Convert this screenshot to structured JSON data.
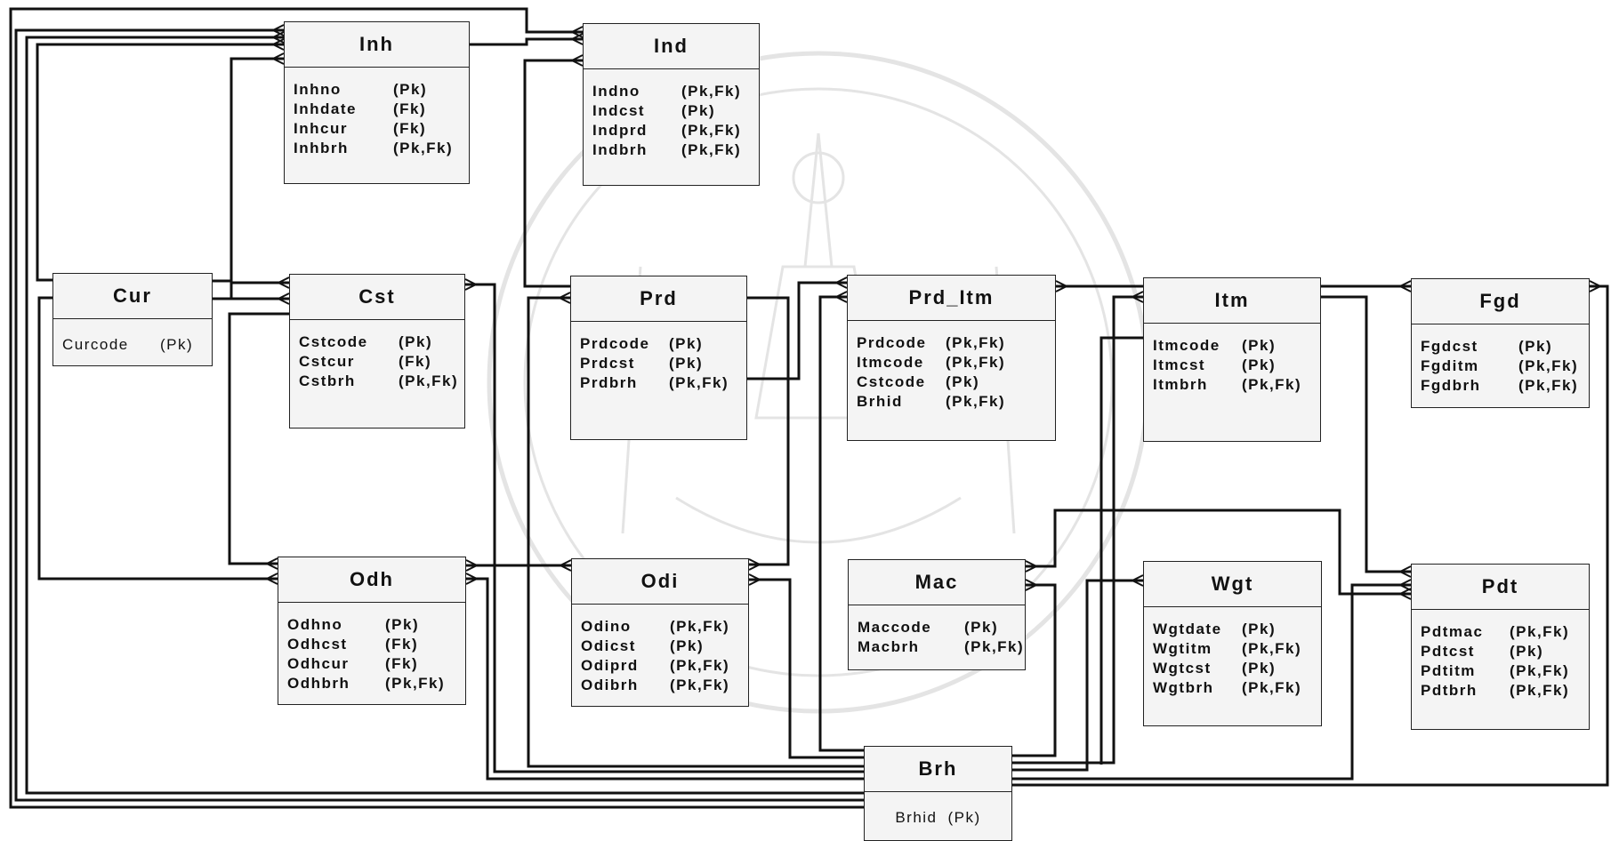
{
  "diagram": {
    "entities": {
      "inh": {
        "name": "Inh",
        "attrs": [
          {
            "name": "Inhno",
            "key": "(Pk)"
          },
          {
            "name": "Inhdate",
            "key": "(Fk)"
          },
          {
            "name": "Inhcur",
            "key": "(Fk)"
          },
          {
            "name": "Inhbrh",
            "key": "(Pk,Fk)"
          }
        ]
      },
      "ind": {
        "name": "Ind",
        "attrs": [
          {
            "name": "Indno",
            "key": "(Pk,Fk)"
          },
          {
            "name": "Indcst",
            "key": "(Pk)"
          },
          {
            "name": "Indprd",
            "key": "(Pk,Fk)"
          },
          {
            "name": "Indbrh",
            "key": "(Pk,Fk)"
          }
        ]
      },
      "cur": {
        "name": "Cur",
        "attrs": [
          {
            "name": "Curcode",
            "key": "(Pk)"
          }
        ]
      },
      "cst": {
        "name": "Cst",
        "attrs": [
          {
            "name": "Cstcode",
            "key": "(Pk)"
          },
          {
            "name": "Cstcur",
            "key": "(Fk)"
          },
          {
            "name": "Cstbrh",
            "key": "(Pk,Fk)"
          }
        ]
      },
      "prd": {
        "name": "Prd",
        "attrs": [
          {
            "name": "Prdcode",
            "key": "(Pk)"
          },
          {
            "name": "Prdcst",
            "key": "(Pk)"
          },
          {
            "name": "Prdbrh",
            "key": "(Pk,Fk)"
          }
        ]
      },
      "prd_itm": {
        "name": "Prd_Itm",
        "attrs": [
          {
            "name": "Prdcode",
            "key": "(Pk,Fk)"
          },
          {
            "name": "Itmcode",
            "key": "(Pk,Fk)"
          },
          {
            "name": "Cstcode",
            "key": "(Pk)"
          },
          {
            "name": "Brhid",
            "key": "(Pk,Fk)"
          }
        ]
      },
      "itm": {
        "name": "Itm",
        "attrs": [
          {
            "name": "Itmcode",
            "key": "(Pk)"
          },
          {
            "name": "Itmcst",
            "key": "(Pk)"
          },
          {
            "name": "Itmbrh",
            "key": "(Pk,Fk)"
          }
        ]
      },
      "fgd": {
        "name": "Fgd",
        "attrs": [
          {
            "name": "Fgdcst",
            "key": "(Pk)"
          },
          {
            "name": "Fgditm",
            "key": "(Pk,Fk)"
          },
          {
            "name": "Fgdbrh",
            "key": "(Pk,Fk)"
          }
        ]
      },
      "odh": {
        "name": "Odh",
        "attrs": [
          {
            "name": "Odhno",
            "key": "(Pk)"
          },
          {
            "name": "Odhcst",
            "key": "(Fk)"
          },
          {
            "name": "Odhcur",
            "key": "(Fk)"
          },
          {
            "name": "Odhbrh",
            "key": "(Pk,Fk)"
          }
        ]
      },
      "odi": {
        "name": "Odi",
        "attrs": [
          {
            "name": "Odino",
            "key": "(Pk,Fk)"
          },
          {
            "name": "Odicst",
            "key": "(Pk)"
          },
          {
            "name": "Odiprd",
            "key": "(Pk,Fk)"
          },
          {
            "name": "Odibrh",
            "key": "(Pk,Fk)"
          }
        ]
      },
      "mac": {
        "name": "Mac",
        "attrs": [
          {
            "name": "Maccode",
            "key": "(Pk)"
          },
          {
            "name": "Macbrh",
            "key": "(Pk,Fk)"
          }
        ]
      },
      "wgt": {
        "name": "Wgt",
        "attrs": [
          {
            "name": "Wgtdate",
            "key": "(Pk)"
          },
          {
            "name": "Wgtitm",
            "key": "(Pk,Fk)"
          },
          {
            "name": "Wgtcst",
            "key": "(Pk)"
          },
          {
            "name": "Wgtbrh",
            "key": "(Pk,Fk)"
          }
        ]
      },
      "pdt": {
        "name": "Pdt",
        "attrs": [
          {
            "name": "Pdtmac",
            "key": "(Pk,Fk)"
          },
          {
            "name": "Pdtcst",
            "key": "(Pk)"
          },
          {
            "name": "Pdtitm",
            "key": "(Pk,Fk)"
          },
          {
            "name": "Pdtbrh",
            "key": "(Pk,Fk)"
          }
        ]
      },
      "brh": {
        "name": "Brh",
        "attrs": [
          {
            "name": "Brhid",
            "key": "(Pk)"
          }
        ]
      }
    }
  }
}
